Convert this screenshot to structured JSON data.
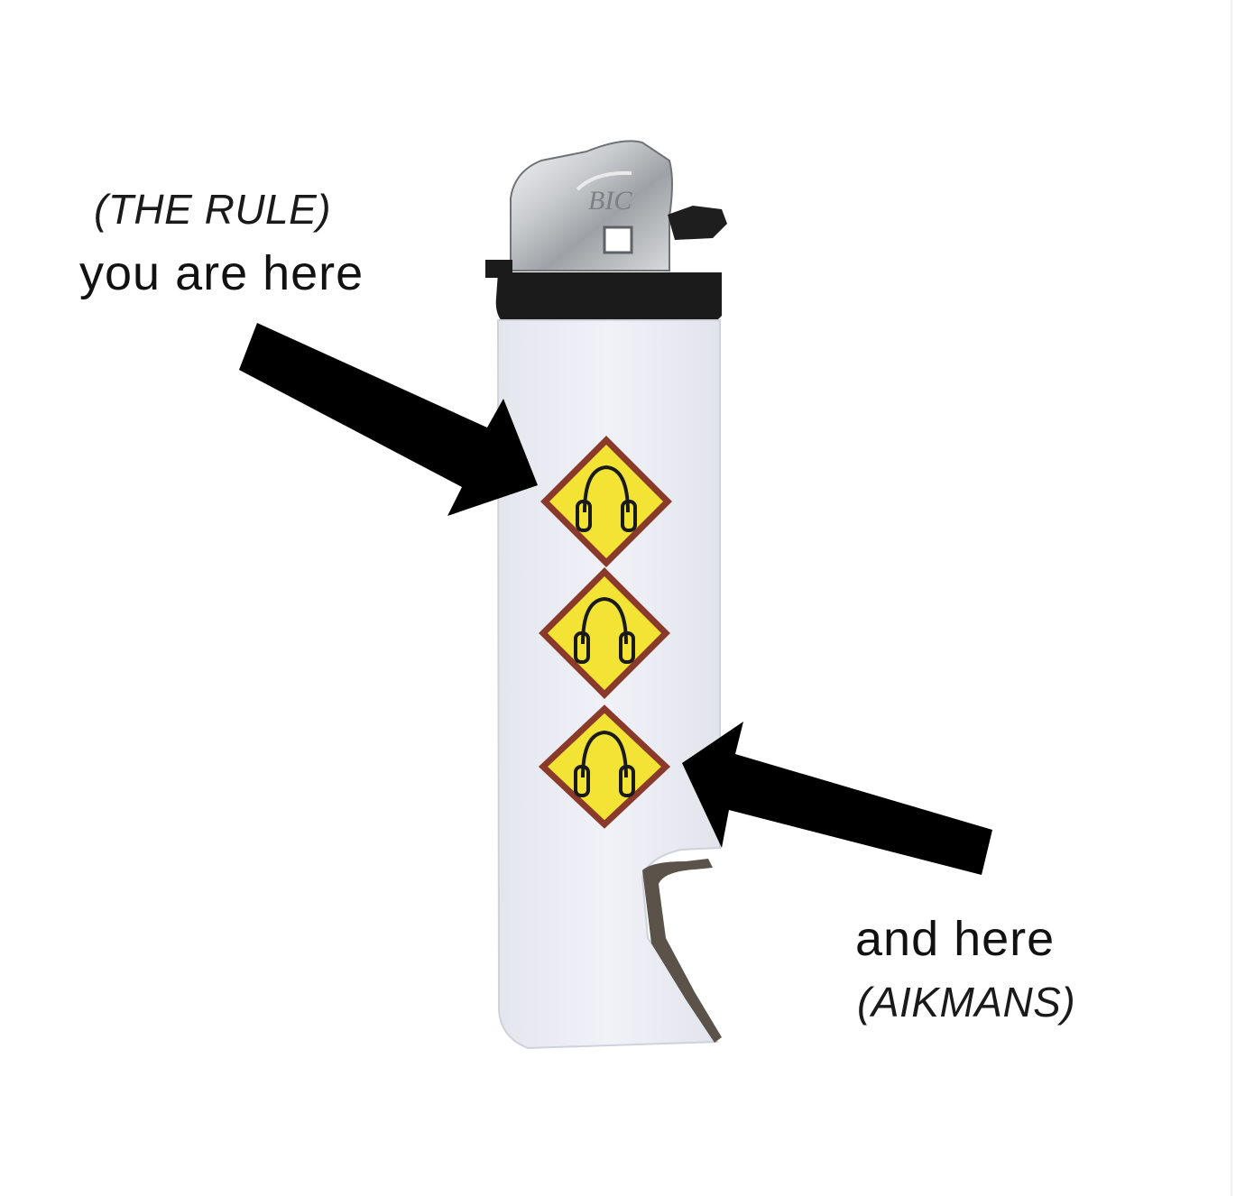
{
  "annotations": {
    "top": {
      "tag": "(THE RULE)",
      "text": "you are here"
    },
    "bottom": {
      "text": "and here",
      "tag": "(AIKMANS)"
    }
  },
  "lighter": {
    "brand_mark": "BIC",
    "body_color": "#eceef6",
    "cap_color": "#1b1b1b",
    "hood_color": "#b9bcc0"
  },
  "signs": {
    "count": 3,
    "icon": "headphones-icon",
    "fill_color": "#f2e334",
    "border_color": "#8a3a2a"
  },
  "arrows": {
    "color": "#000000"
  }
}
